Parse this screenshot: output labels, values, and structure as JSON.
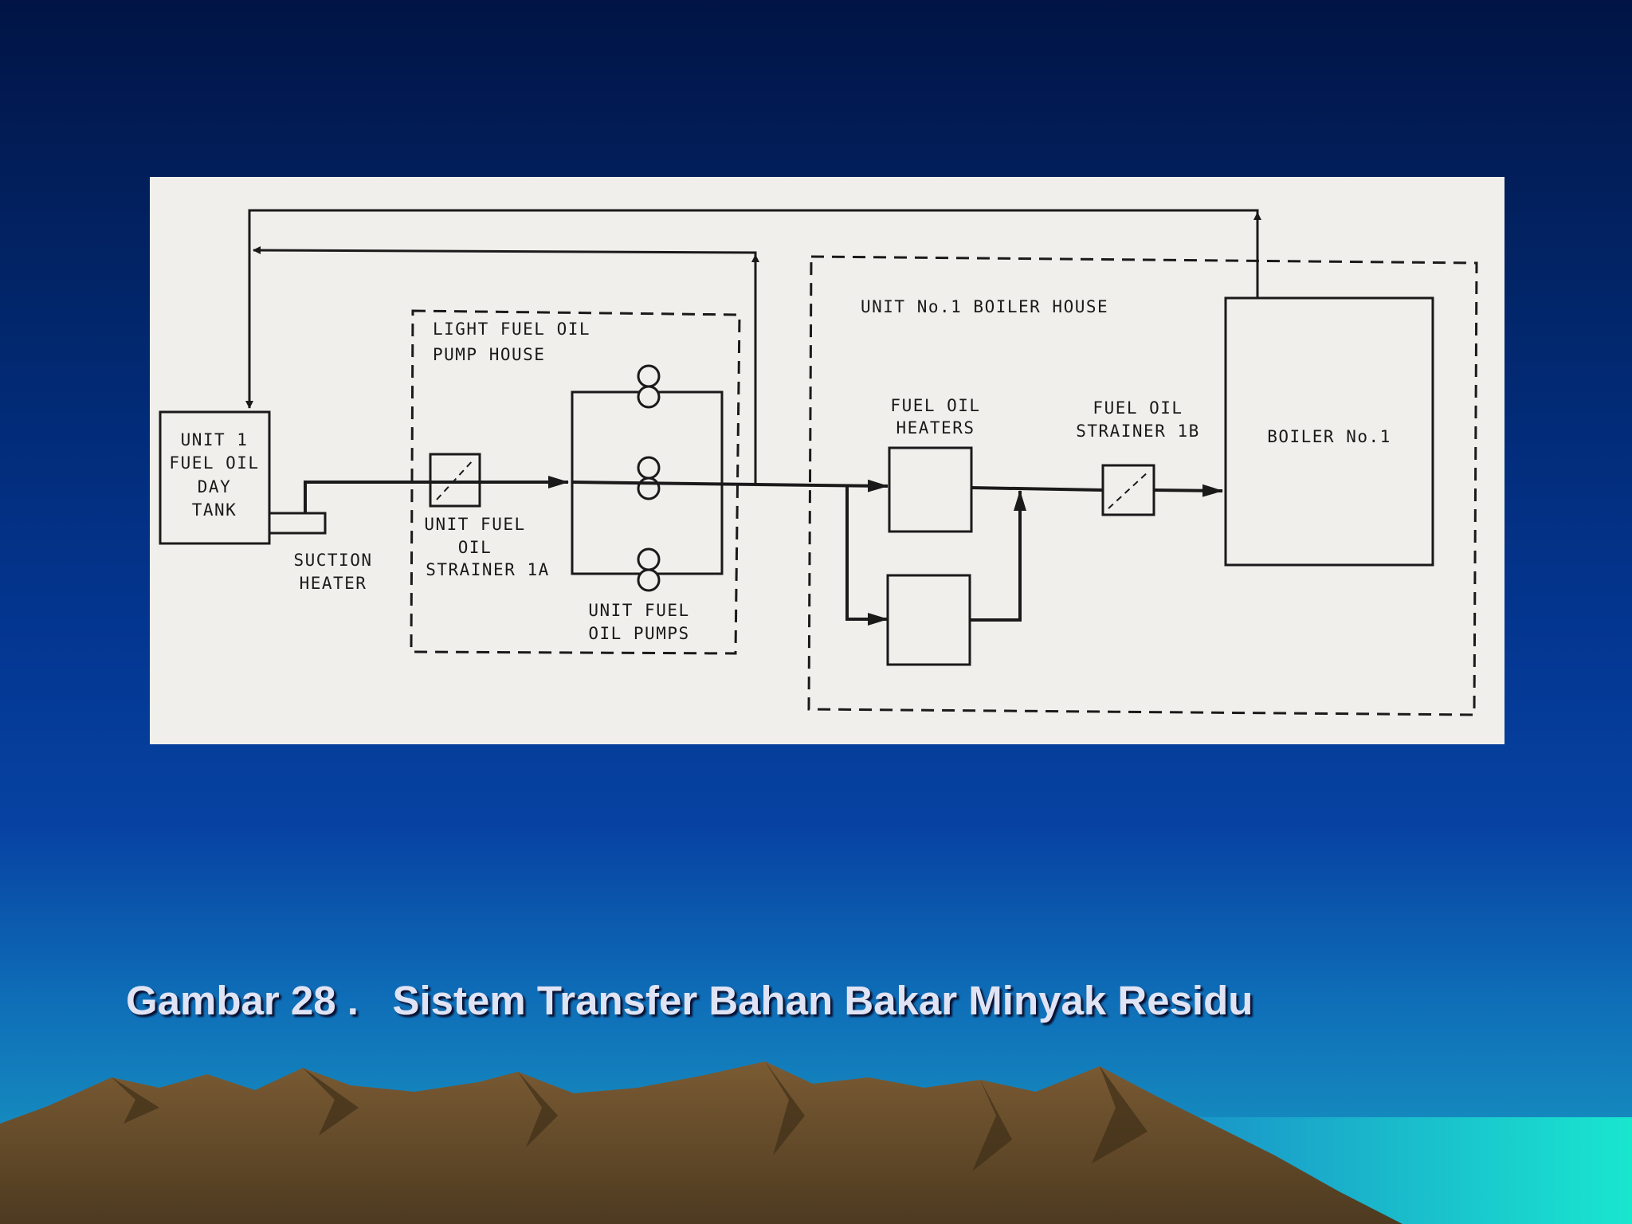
{
  "diagram": {
    "day_tank": [
      "UNIT 1",
      "FUEL OIL",
      "DAY",
      "TANK"
    ],
    "suction_heater": [
      "SUCTION",
      "HEATER"
    ],
    "pump_house": [
      "LIGHT FUEL OIL",
      "PUMP HOUSE"
    ],
    "strainer_1a": [
      "UNIT FUEL",
      "OIL",
      "STRAINER 1A"
    ],
    "pumps": [
      "UNIT FUEL",
      "OIL PUMPS"
    ],
    "boiler_house": "UNIT No.1 BOILER HOUSE",
    "heaters": [
      "FUEL OIL",
      "HEATERS"
    ],
    "strainer_1b": [
      "FUEL OIL",
      "STRAINER 1B"
    ],
    "boiler": "BOILER No.1"
  },
  "caption": "Gambar 28 .   Sistem Transfer Bahan Bakar Minyak Residu",
  "colors": {
    "background_top": "#011445",
    "background_bottom": "#1a9fc4",
    "panel": "#f1efec",
    "line": "#1a1a1a",
    "caption": "#dfe3f4",
    "mountains": "#6b4f2a",
    "sea": "#19e6cf"
  }
}
